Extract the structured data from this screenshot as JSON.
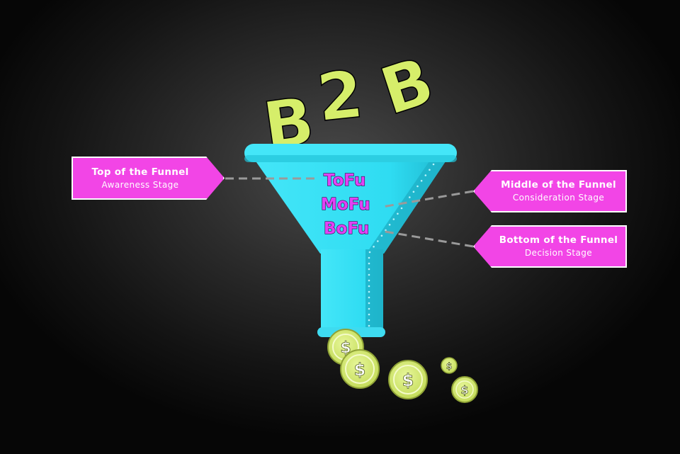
{
  "graphic": {
    "b2b_letters": [
      "B",
      "2",
      "B"
    ],
    "funnel_stages": [
      "ToFu",
      "MoFu",
      "BoFu"
    ],
    "colors": {
      "funnel": "#2fdcf2",
      "funnel_shade": "#1fb3c9",
      "letters": "#d6ee6a",
      "label_fill": "#f245e6",
      "stage_text": "#e142f5",
      "coin": "#d5ec6d"
    },
    "coin_symbol": "$"
  },
  "labels": {
    "tofu": {
      "title": "Top of the Funnel",
      "subtitle": "Awareness Stage"
    },
    "mofu": {
      "title": "Middle of the Funnel",
      "subtitle": "Consideration Stage"
    },
    "bofu": {
      "title": "Bottom of the Funnel",
      "subtitle": "Decision Stage"
    }
  }
}
